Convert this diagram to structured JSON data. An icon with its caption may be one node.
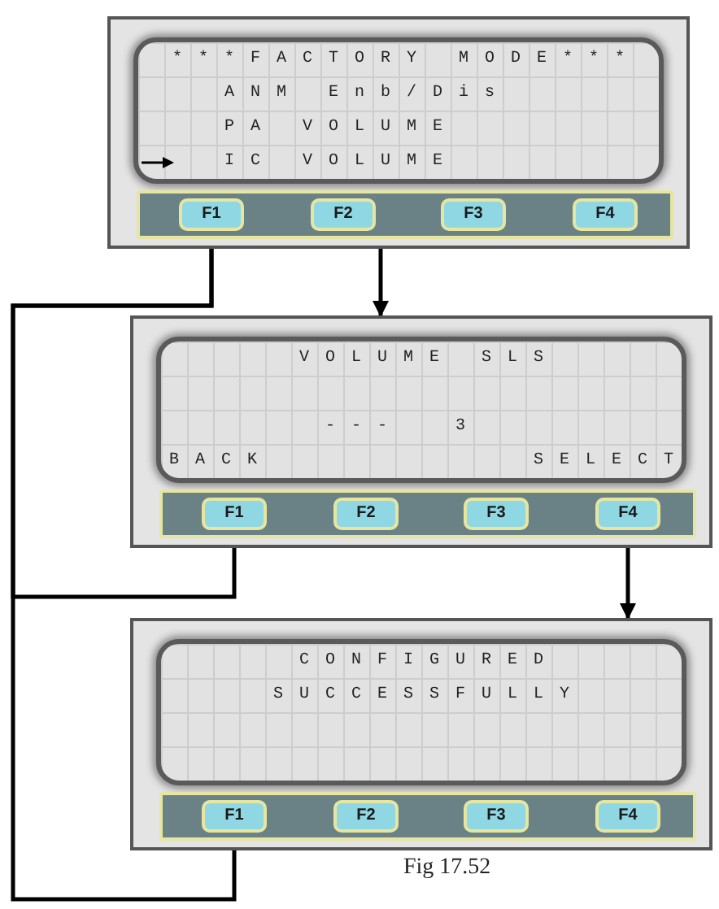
{
  "diagram": {
    "caption": "Fig 17.52",
    "nodes": [
      {
        "text": [
          "***FACTORY MODE***",
          "ANM Enb/Dis",
          "PA VOLUME",
          "IC VOLUME"
        ]
      },
      {
        "text": [
          "F1"
        ],
        "in": 0
      },
      {
        "text": [
          "F2"
        ],
        "in": 0
      },
      {
        "text": [
          "F3"
        ],
        "in": 0
      },
      {
        "text": [
          "F4"
        ],
        "in": 0
      },
      {
        "text": [
          "VOLUME SLS",
          "---",
          "3",
          "BACK",
          "SELECT"
        ]
      },
      {
        "text": [
          "F1"
        ],
        "in": 5
      },
      {
        "text": [
          "F2"
        ],
        "in": 5
      },
      {
        "text": [
          "F3"
        ],
        "in": 5
      },
      {
        "text": [
          "F4"
        ],
        "in": 5
      },
      {
        "text": [
          "CONFIGURED",
          "SUCCESSFULLY"
        ]
      },
      {
        "text": [
          "F1"
        ],
        "in": 10
      },
      {
        "text": [
          "F2"
        ],
        "in": 10
      },
      {
        "text": [
          "F3"
        ],
        "in": 10
      },
      {
        "text": [
          "F4"
        ],
        "in": 10
      }
    ],
    "edges": [
      {
        "from": 0,
        "to": 5,
        "arrow": "to"
      },
      {
        "from": 6,
        "to": 1,
        "arrow": "to"
      },
      {
        "from": 9,
        "to": 10,
        "arrow": "to"
      },
      {
        "from": 11,
        "to": 1,
        "arrow": "to"
      }
    ]
  }
}
